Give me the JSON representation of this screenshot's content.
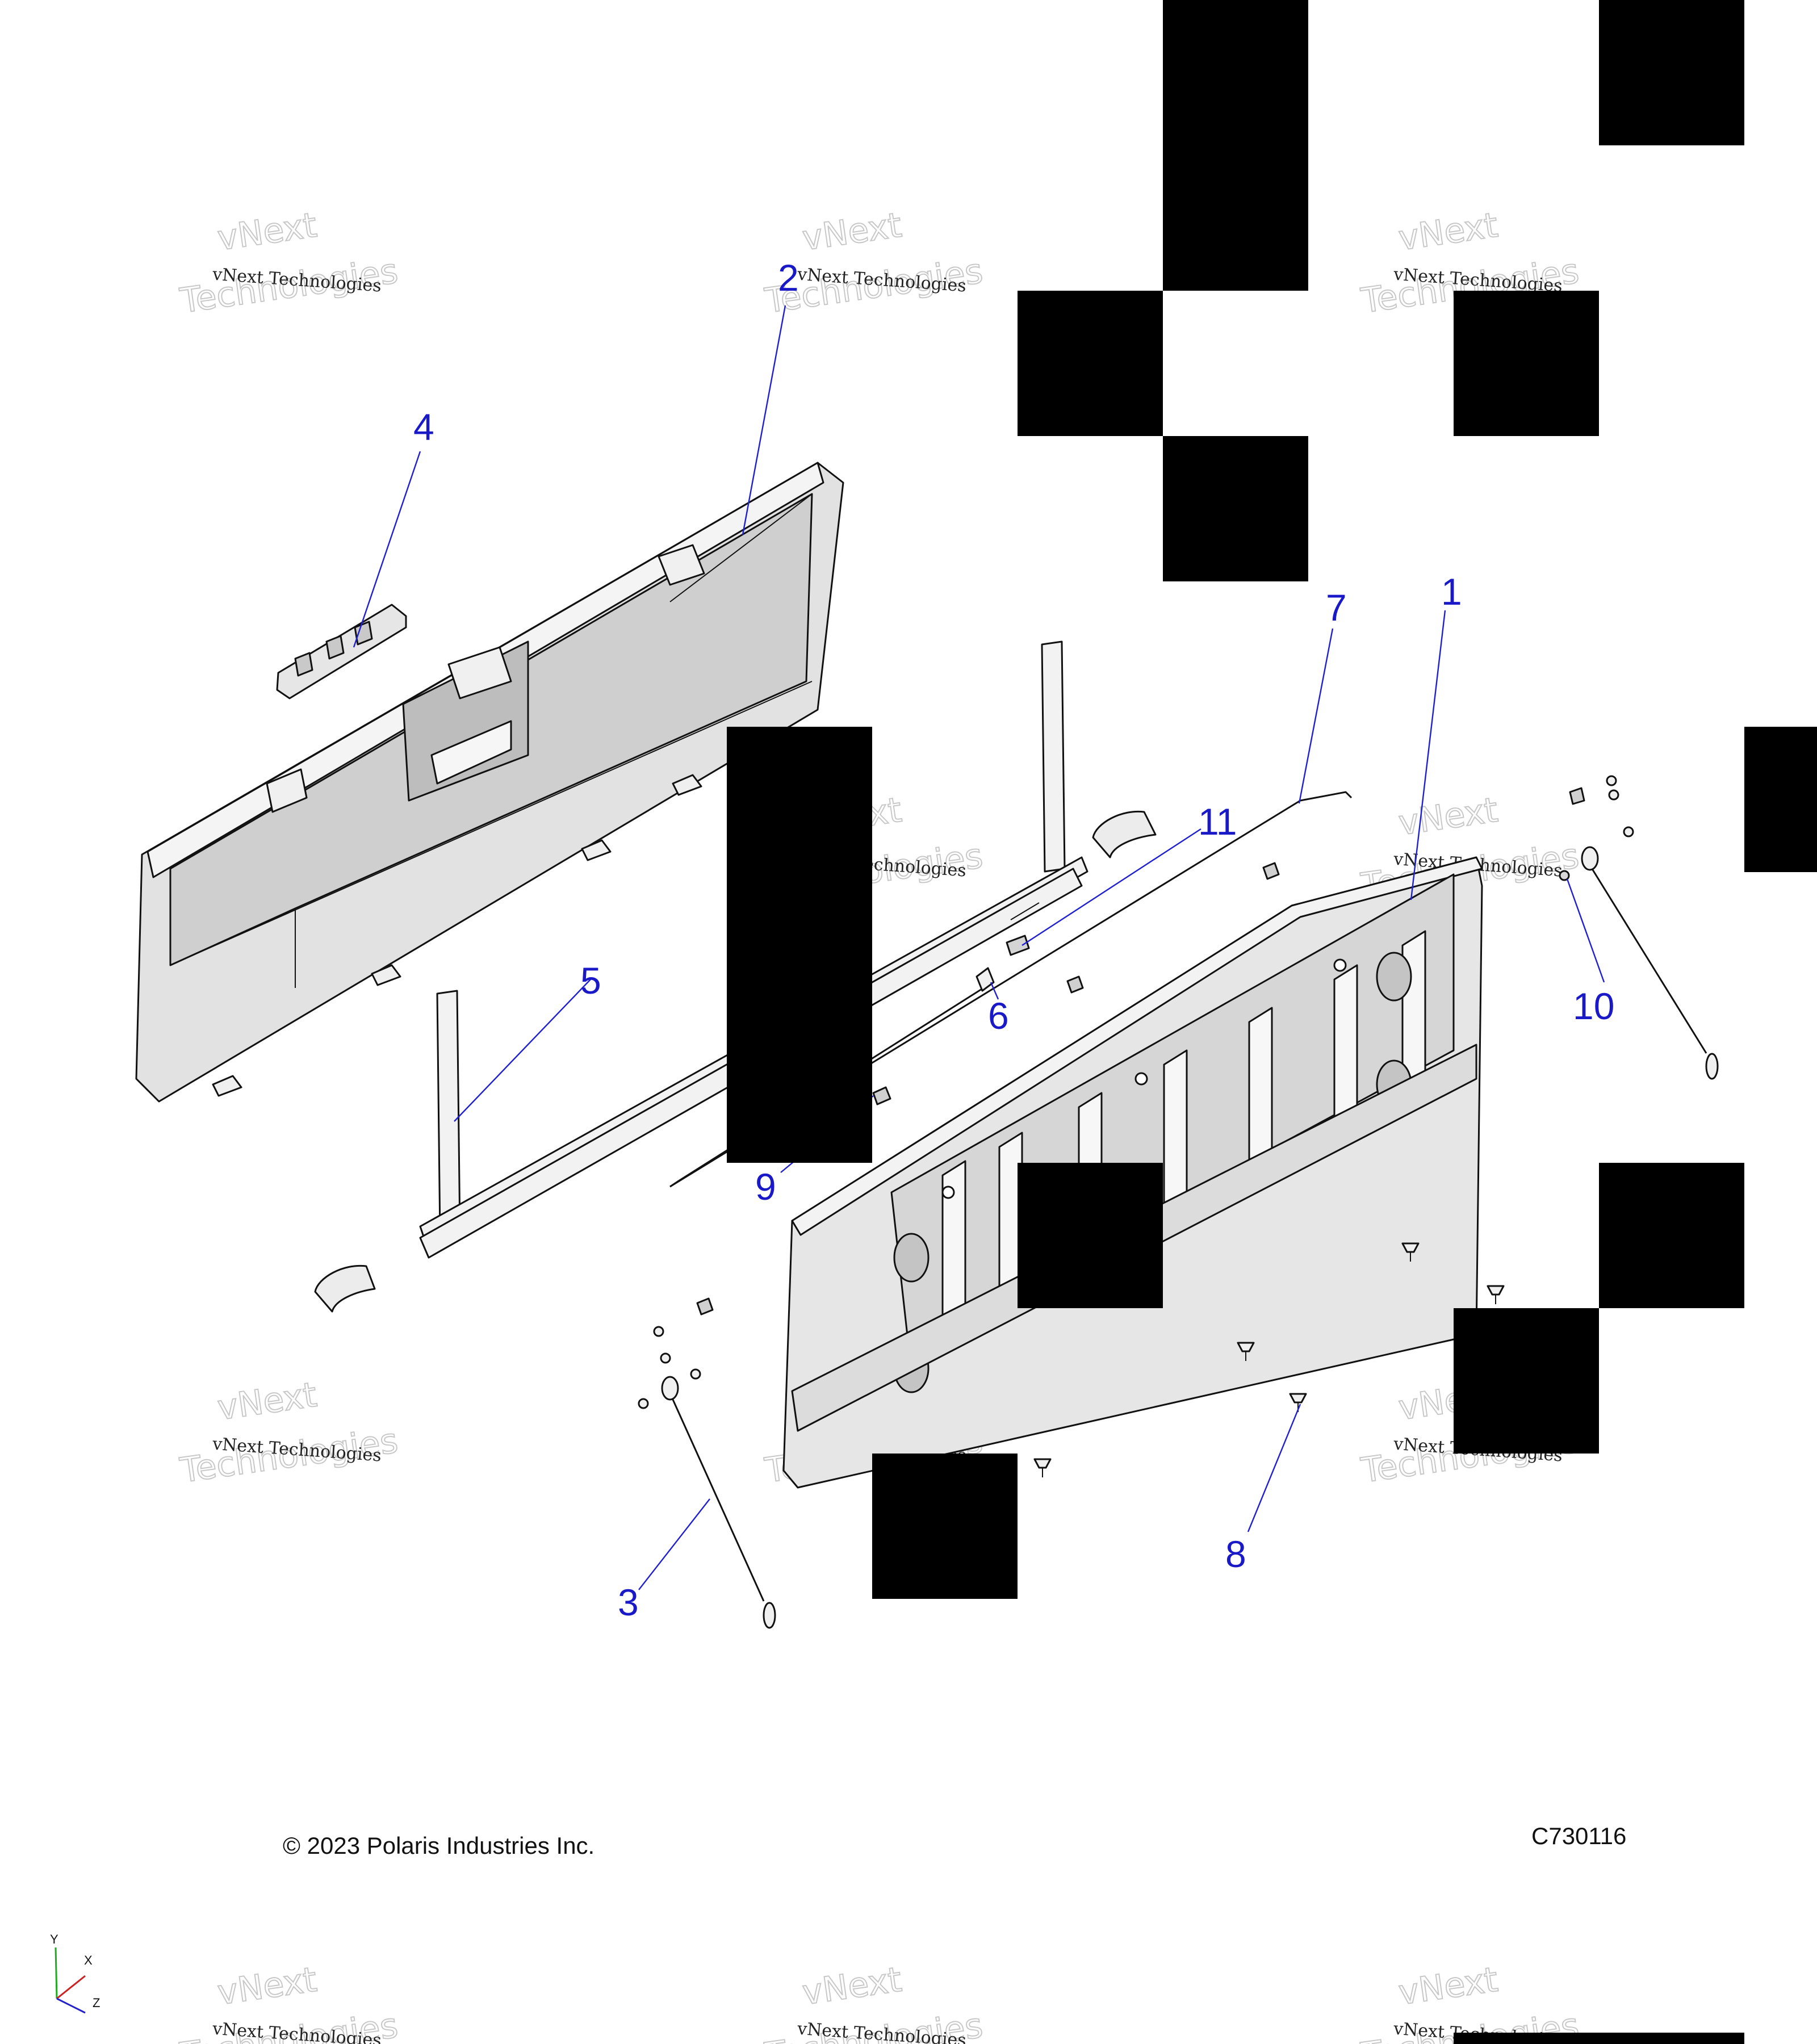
{
  "diagram": {
    "copyright": "© 2023 Polaris Industries Inc.",
    "drawing_number": "C730116",
    "watermark": {
      "line1": "vNext Technologies",
      "line2": "vNext",
      "line3": "Technologies"
    },
    "callouts": {
      "c1": "1",
      "c2": "2",
      "c3": "3",
      "c4": "4",
      "c5": "5",
      "c6": "6",
      "c7": "7",
      "c8": "8",
      "c9": "9",
      "c10": "10",
      "c11": "11"
    },
    "axis": {
      "y": "Y",
      "x": "X",
      "z": "Z"
    }
  }
}
